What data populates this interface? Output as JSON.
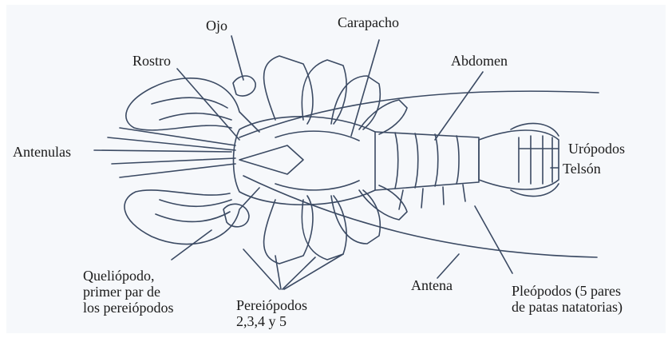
{
  "labels": {
    "ojo": "Ojo",
    "carapacho": "Carapacho",
    "rostro": "Rostro",
    "abdomen": "Abdomen",
    "antenulas": "Antenulas",
    "uropodos": "Urópodos",
    "telson": "Telsón",
    "queliopodo": "Queliópodo,\nprimer par de\nlos pereiópodos",
    "pereiopodos": "Pereiópodos\n2,3,4 y 5",
    "antena": "Antena",
    "pleopodos": "Pleópodos (5 pares\nde patas natatorias)"
  },
  "colors": {
    "background": "#f6f8fb",
    "ink": "#1a1a1a",
    "line": "#3b4a63"
  }
}
